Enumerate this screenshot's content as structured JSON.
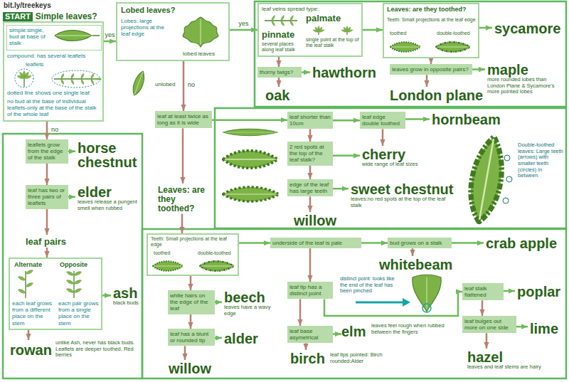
{
  "diagram": {
    "nodes": [
      {
        "text": [
          "START",
          "Simple leaves?"
        ]
      },
      {
        "text": [
          "compound: has several leaflets",
          "leaflets",
          "dotted line shows one single leaf",
          "no bud at the base of individual leaflets-only at the base of the stalk of the whole leaf"
        ]
      },
      {
        "text": [
          "simple:single, bud at base of stalk"
        ],
        "in": 1
      },
      {
        "text": [
          "Lobed leaves?",
          "Lobes: large projections at the leaf edge",
          "lobed leaves"
        ]
      },
      {
        "text": [
          "leaf veins spread type:",
          "pinnate",
          "several places along leaf stalk",
          "palmate",
          "single point at the top of the leaf stalk"
        ]
      },
      {
        "text": [
          "thorny twigs?"
        ]
      },
      {
        "text": [
          "hawthorn"
        ]
      },
      {
        "text": [
          "oak"
        ]
      },
      {
        "text": [
          "Leaves: are they toothed?",
          "Teeth: Small projections at the leaf edge",
          "toothed",
          "double-toothed"
        ]
      },
      {
        "text": [
          "sycamore"
        ]
      },
      {
        "text": [
          "leaves grow in opposite pairs?"
        ]
      },
      {
        "text": [
          "maple",
          "more rounded lobes than London Plane & Sycamore's more pointed lobes"
        ]
      },
      {
        "text": [
          "London plane"
        ]
      },
      {
        "text": [
          "leaf at least twice as long as it is wide"
        ]
      },
      {
        "text": [
          "leaf shorter than 10cm"
        ]
      },
      {
        "text": [
          "leaf edge double toothed"
        ]
      },
      {
        "text": [
          "hornbeam"
        ]
      },
      {
        "text": [
          "2 red spots at the top of the leaf stalk?"
        ]
      },
      {
        "text": [
          "cherry",
          "wide range of leaf sizes"
        ]
      },
      {
        "text": [
          "edge of the leaf has large teeth"
        ]
      },
      {
        "text": [
          "sweet chestnut",
          "leaves:no red spots at the top of the leaf stalk"
        ]
      },
      {
        "text": [
          "willow"
        ]
      },
      {
        "text": [
          "Leaves: are they toothed?"
        ]
      },
      {
        "text": [
          "leaflets grow from the edge of the stalk"
        ]
      },
      {
        "text": [
          "horse chestnut"
        ]
      },
      {
        "text": [
          "leaf has two or three pairs of leaflets"
        ]
      },
      {
        "text": [
          "elder",
          "leaves release a pungent smell when rubbed"
        ]
      },
      {
        "text": [
          "leaf pairs"
        ]
      },
      {
        "text": [
          "Alternate",
          "each leaf grows from a different place on the stem",
          "Opposite",
          "each pair grows from a single place on the stem"
        ]
      },
      {
        "text": [
          "ash",
          "black buds"
        ]
      },
      {
        "text": [
          "rowan",
          "unlike Ash, never has black buds. Leaflets are deeper toothed. Red berries"
        ]
      },
      {
        "text": [
          "Teeth: Small projections at the leaf edge",
          "toothed",
          "double-toothed"
        ]
      },
      {
        "text": [
          "underside of the leaf is pale"
        ]
      },
      {
        "text": [
          "bud grows on a stalk"
        ]
      },
      {
        "text": [
          "crab apple"
        ]
      },
      {
        "text": [
          "whitebeam"
        ]
      },
      {
        "text": [
          "white hairs on the edge of the leaf"
        ]
      },
      {
        "text": [
          "beech",
          "leaves have a wavy edge"
        ]
      },
      {
        "text": [
          "leaf has a blunt or rounded tip"
        ]
      },
      {
        "text": [
          "alder"
        ]
      },
      {
        "text": [
          "willow"
        ]
      },
      {
        "text": [
          "leaf tip has a distinct point"
        ]
      },
      {
        "text": [
          "leaf base asymetrical"
        ]
      },
      {
        "text": [
          "elm",
          "leaves feel rough when rubbed between the fingers"
        ]
      },
      {
        "text": [
          "birch",
          "leaf tips pointed: Birch rounded:Alder"
        ]
      },
      {
        "text": [
          "leaf stalk flattened"
        ]
      },
      {
        "text": [
          "poplar"
        ]
      },
      {
        "text": [
          "leaf bulges out more on one side"
        ]
      },
      {
        "text": [
          "lime"
        ]
      },
      {
        "text": [
          "hazel",
          "leaves and leaf stems are hairy"
        ]
      }
    ],
    "edges": [
      {
        "from": 1,
        "to": 3,
        "arrow": "to",
        "label": "yes"
      },
      {
        "from": 1,
        "to": 23,
        "arrow": "to",
        "label": "no"
      },
      {
        "from": 3,
        "to": 4,
        "arrow": "to",
        "label": "yes"
      },
      {
        "from": 3,
        "to": 13,
        "arrow": "to",
        "label": "no"
      },
      {
        "from": 4,
        "to": 5,
        "arrow": "to"
      },
      {
        "from": 4,
        "to": 8,
        "arrow": "to"
      },
      {
        "from": 5,
        "to": 6,
        "arrow": "to"
      },
      {
        "from": 5,
        "to": 7,
        "arrow": "to"
      },
      {
        "from": 8,
        "to": 9,
        "arrow": "to"
      },
      {
        "from": 8,
        "to": 10,
        "arrow": "to"
      },
      {
        "from": 10,
        "to": 11,
        "arrow": "to"
      },
      {
        "from": 10,
        "to": 12,
        "arrow": "to"
      },
      {
        "from": 13,
        "to": 14,
        "arrow": "to"
      },
      {
        "from": 14,
        "to": 15,
        "arrow": "to"
      },
      {
        "from": 15,
        "to": 16,
        "arrow": "to"
      },
      {
        "from": 14,
        "to": 17,
        "arrow": "to"
      },
      {
        "from": 15,
        "to": 18,
        "arrow": "to"
      },
      {
        "from": 17,
        "to": 18,
        "arrow": "to"
      },
      {
        "from": 17,
        "to": 19,
        "arrow": "to"
      },
      {
        "from": 19,
        "to": 20,
        "arrow": "to"
      },
      {
        "from": 19,
        "to": 21,
        "arrow": "to"
      },
      {
        "from": 13,
        "to": 22,
        "arrow": "to"
      },
      {
        "from": 22,
        "to": 31,
        "arrow": "to"
      },
      {
        "from": 23,
        "to": 24,
        "arrow": "to"
      },
      {
        "from": 23,
        "to": 25,
        "arrow": "to"
      },
      {
        "from": 25,
        "to": 26,
        "arrow": "to"
      },
      {
        "from": 25,
        "to": 27,
        "arrow": "to"
      },
      {
        "from": 27,
        "to": 28,
        "arrow": "to"
      },
      {
        "from": 28,
        "to": 29,
        "arrow": "to"
      },
      {
        "from": 28,
        "to": 30,
        "arrow": "to"
      },
      {
        "from": 31,
        "to": 32,
        "arrow": "to"
      },
      {
        "from": 32,
        "to": 33,
        "arrow": "to"
      },
      {
        "from": 33,
        "to": 34,
        "arrow": "to"
      },
      {
        "from": 33,
        "to": 35,
        "arrow": "to"
      },
      {
        "from": 31,
        "to": 36,
        "arrow": "to"
      },
      {
        "from": 36,
        "to": 37,
        "arrow": "to"
      },
      {
        "from": 36,
        "to": 38,
        "arrow": "to"
      },
      {
        "from": 38,
        "to": 39,
        "arrow": "to"
      },
      {
        "from": 38,
        "to": 40,
        "arrow": "to"
      },
      {
        "from": 32,
        "to": 41,
        "arrow": "to"
      },
      {
        "from": 41,
        "to": 45,
        "arrow": "to"
      },
      {
        "from": 41,
        "to": 42,
        "arrow": "to"
      },
      {
        "from": 42,
        "to": 43,
        "arrow": "to"
      },
      {
        "from": 42,
        "to": 44,
        "arrow": "to"
      },
      {
        "from": 45,
        "to": 46,
        "arrow": "to"
      },
      {
        "from": 45,
        "to": 47,
        "arrow": "to"
      },
      {
        "from": 47,
        "to": 48,
        "arrow": "to"
      },
      {
        "from": 47,
        "to": 49,
        "arrow": "to"
      }
    ],
    "labels": [
      "bit.ly/treekeys",
      "unlobed",
      "Double-toothed leaves: Large teeth (arrows) with smaller teeth (circles) in between",
      "distinct point: looks like the end of the leaf has been pinched"
    ]
  }
}
